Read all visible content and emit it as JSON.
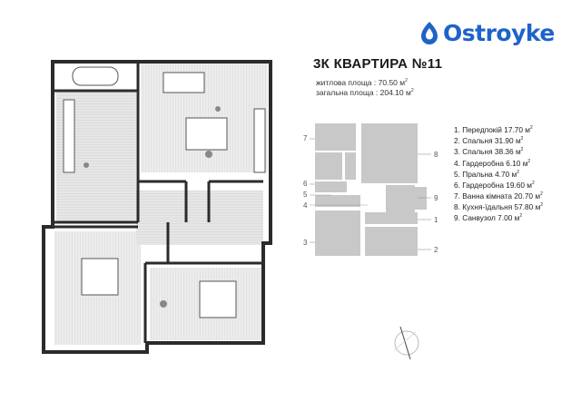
{
  "brand": {
    "name": "Ostroyke",
    "color": "#1e63c9"
  },
  "apartment": {
    "title": "3К КВАРТИРА №11",
    "living_area": "житлова площа : 70.50 м",
    "total_area": "загальна площа : 204.10 м",
    "area_unit_sup": "2"
  },
  "key_labels": [
    "7",
    "6",
    "5",
    "4",
    "3",
    "8",
    "9",
    "1",
    "2"
  ],
  "rooms": [
    {
      "no": "1.",
      "name": "Передпокій 17.70 м"
    },
    {
      "no": "2.",
      "name": "Спальня 31.90 м"
    },
    {
      "no": "3.",
      "name": "Спальня 38.36 м"
    },
    {
      "no": "4.",
      "name": "Гардеробна 6.10 м"
    },
    {
      "no": "5.",
      "name": "Пральна 4.70 м"
    },
    {
      "no": "6.",
      "name": "Гардеробна 19.60 м"
    },
    {
      "no": "7.",
      "name": "Ванна кімната 20.70 м"
    },
    {
      "no": "8.",
      "name": "Кухня-їдальня 57.80 м"
    },
    {
      "no": "9.",
      "name": "Санвузол 7.00 м"
    }
  ],
  "colors": {
    "wall": "#2b2b2b",
    "floor": "#dcdcdc",
    "key_block": "#c8c8c8"
  }
}
